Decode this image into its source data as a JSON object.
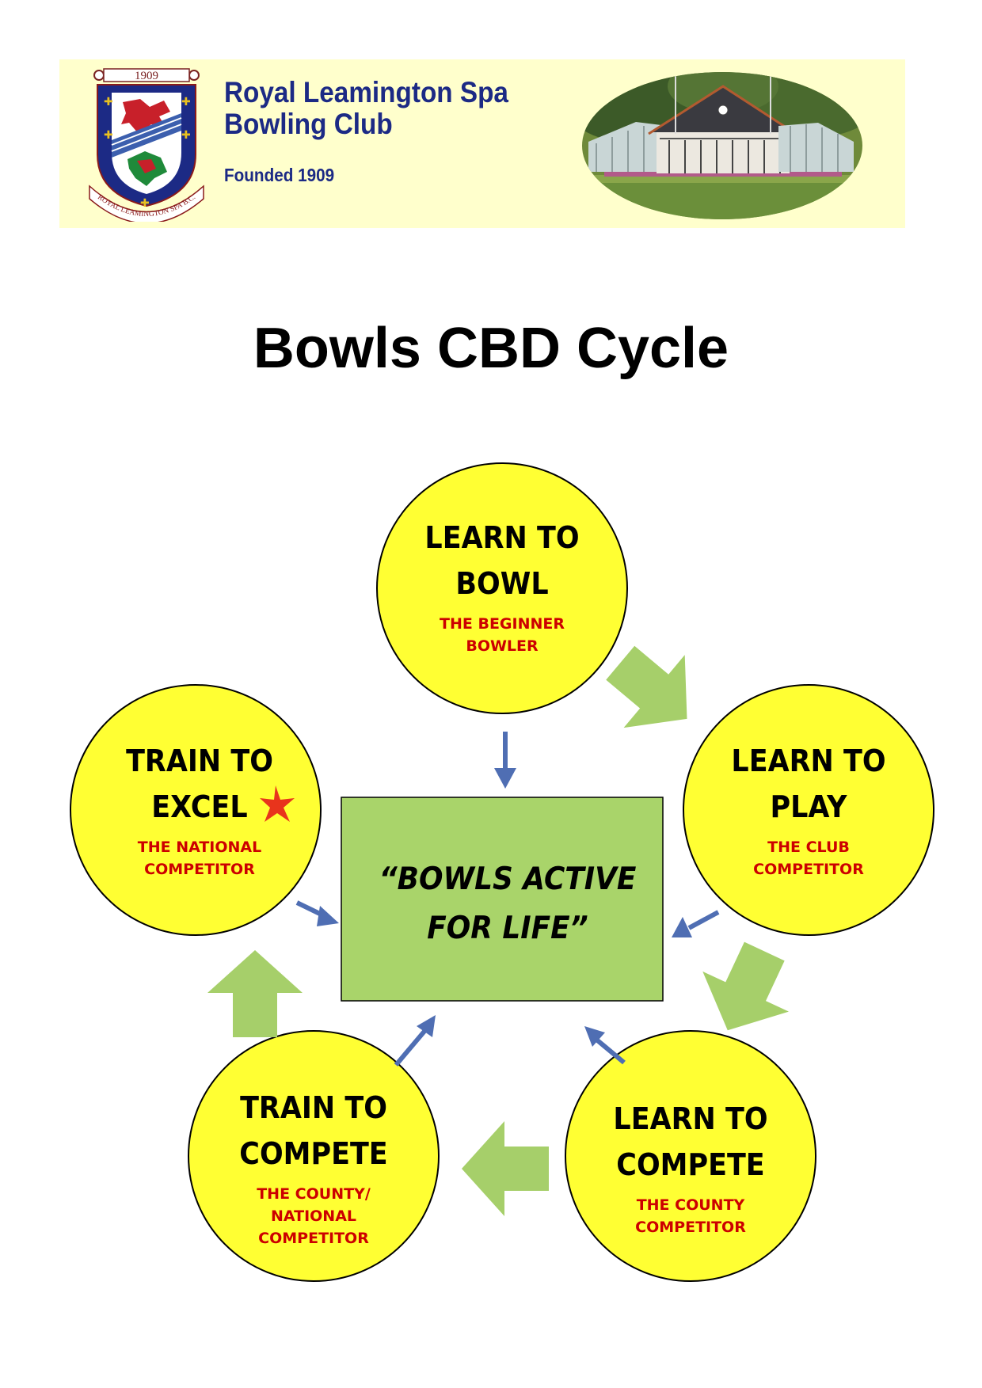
{
  "header": {
    "crest_year": "1909",
    "crest_ribbon": "ROYAL LEAMINGTON SPA B.C.",
    "club_name_line1": "Royal Leamington Spa",
    "club_name_line2": "Bowling Club",
    "founded": "Founded 1909"
  },
  "title": "Bowls CBD Cycle",
  "diagram": {
    "center": "“BOWLS ACTIVE FOR LIFE”",
    "stages": [
      {
        "title_line1": "LEARN TO",
        "title_line2": "BOWL",
        "sub_line1": "THE BEGINNER",
        "sub_line2": "BOWLER",
        "sub_line3": ""
      },
      {
        "title_line1": "LEARN TO",
        "title_line2": "PLAY",
        "sub_line1": "THE CLUB",
        "sub_line2": "COMPETITOR",
        "sub_line3": ""
      },
      {
        "title_line1": "LEARN TO",
        "title_line2": "COMPETE",
        "sub_line1": "THE COUNTY",
        "sub_line2": "COMPETITOR",
        "sub_line3": ""
      },
      {
        "title_line1": "TRAIN TO",
        "title_line2": "COMPETE",
        "sub_line1": "THE COUNTY/",
        "sub_line2": "NATIONAL",
        "sub_line3": "COMPETITOR"
      },
      {
        "title_line1": "TRAIN TO",
        "title_line2": "EXCEL",
        "sub_line1": "THE NATIONAL",
        "sub_line2": "COMPETITOR",
        "sub_line3": ""
      }
    ]
  },
  "colors": {
    "circle_fill": "#ffff33",
    "center_fill": "#a9d46a",
    "cycle_arrow": "#a6cf6a",
    "pointer_arrow": "#4f6eb3",
    "subtitle_red": "#cc0000",
    "club_blue": "#1c2a85",
    "header_bg": "#ffffcc",
    "star": "#e8341c"
  },
  "icons": {
    "crest": "club-crest-icon",
    "photo": "clubhouse-photo",
    "star": "star-icon"
  }
}
